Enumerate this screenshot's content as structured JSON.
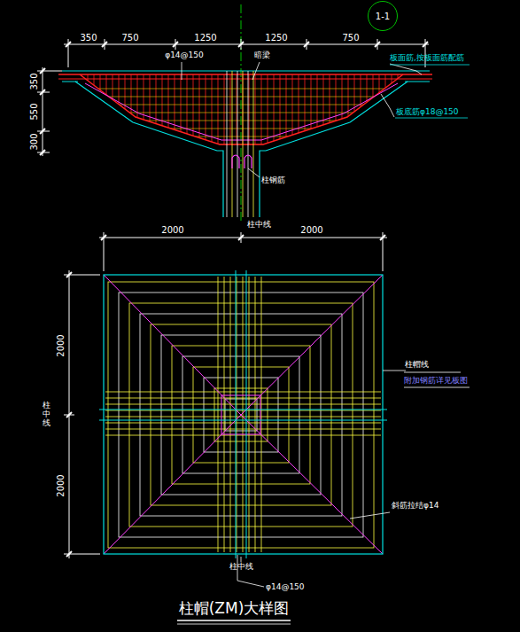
{
  "diagram": {
    "title": "柱帽(ZM)大样图",
    "nodes": [
      {
        "text": [
          "1-1"
        ]
      }
    ],
    "labels": [
      "350",
      "750",
      "1250",
      "1250",
      "750",
      "φ14@150",
      "暗梁",
      "板面筋,按板面筋配筋",
      "350",
      "550",
      "300",
      "板底筋φ18@150",
      "柱钢筋",
      "柱中线",
      "2000",
      "2000",
      "2000",
      "2000",
      "柱中线",
      "柱帽线",
      "附加钢筋详见板图",
      "斜筋拉结φ14",
      "柱中线",
      "φ14@150"
    ]
  }
}
